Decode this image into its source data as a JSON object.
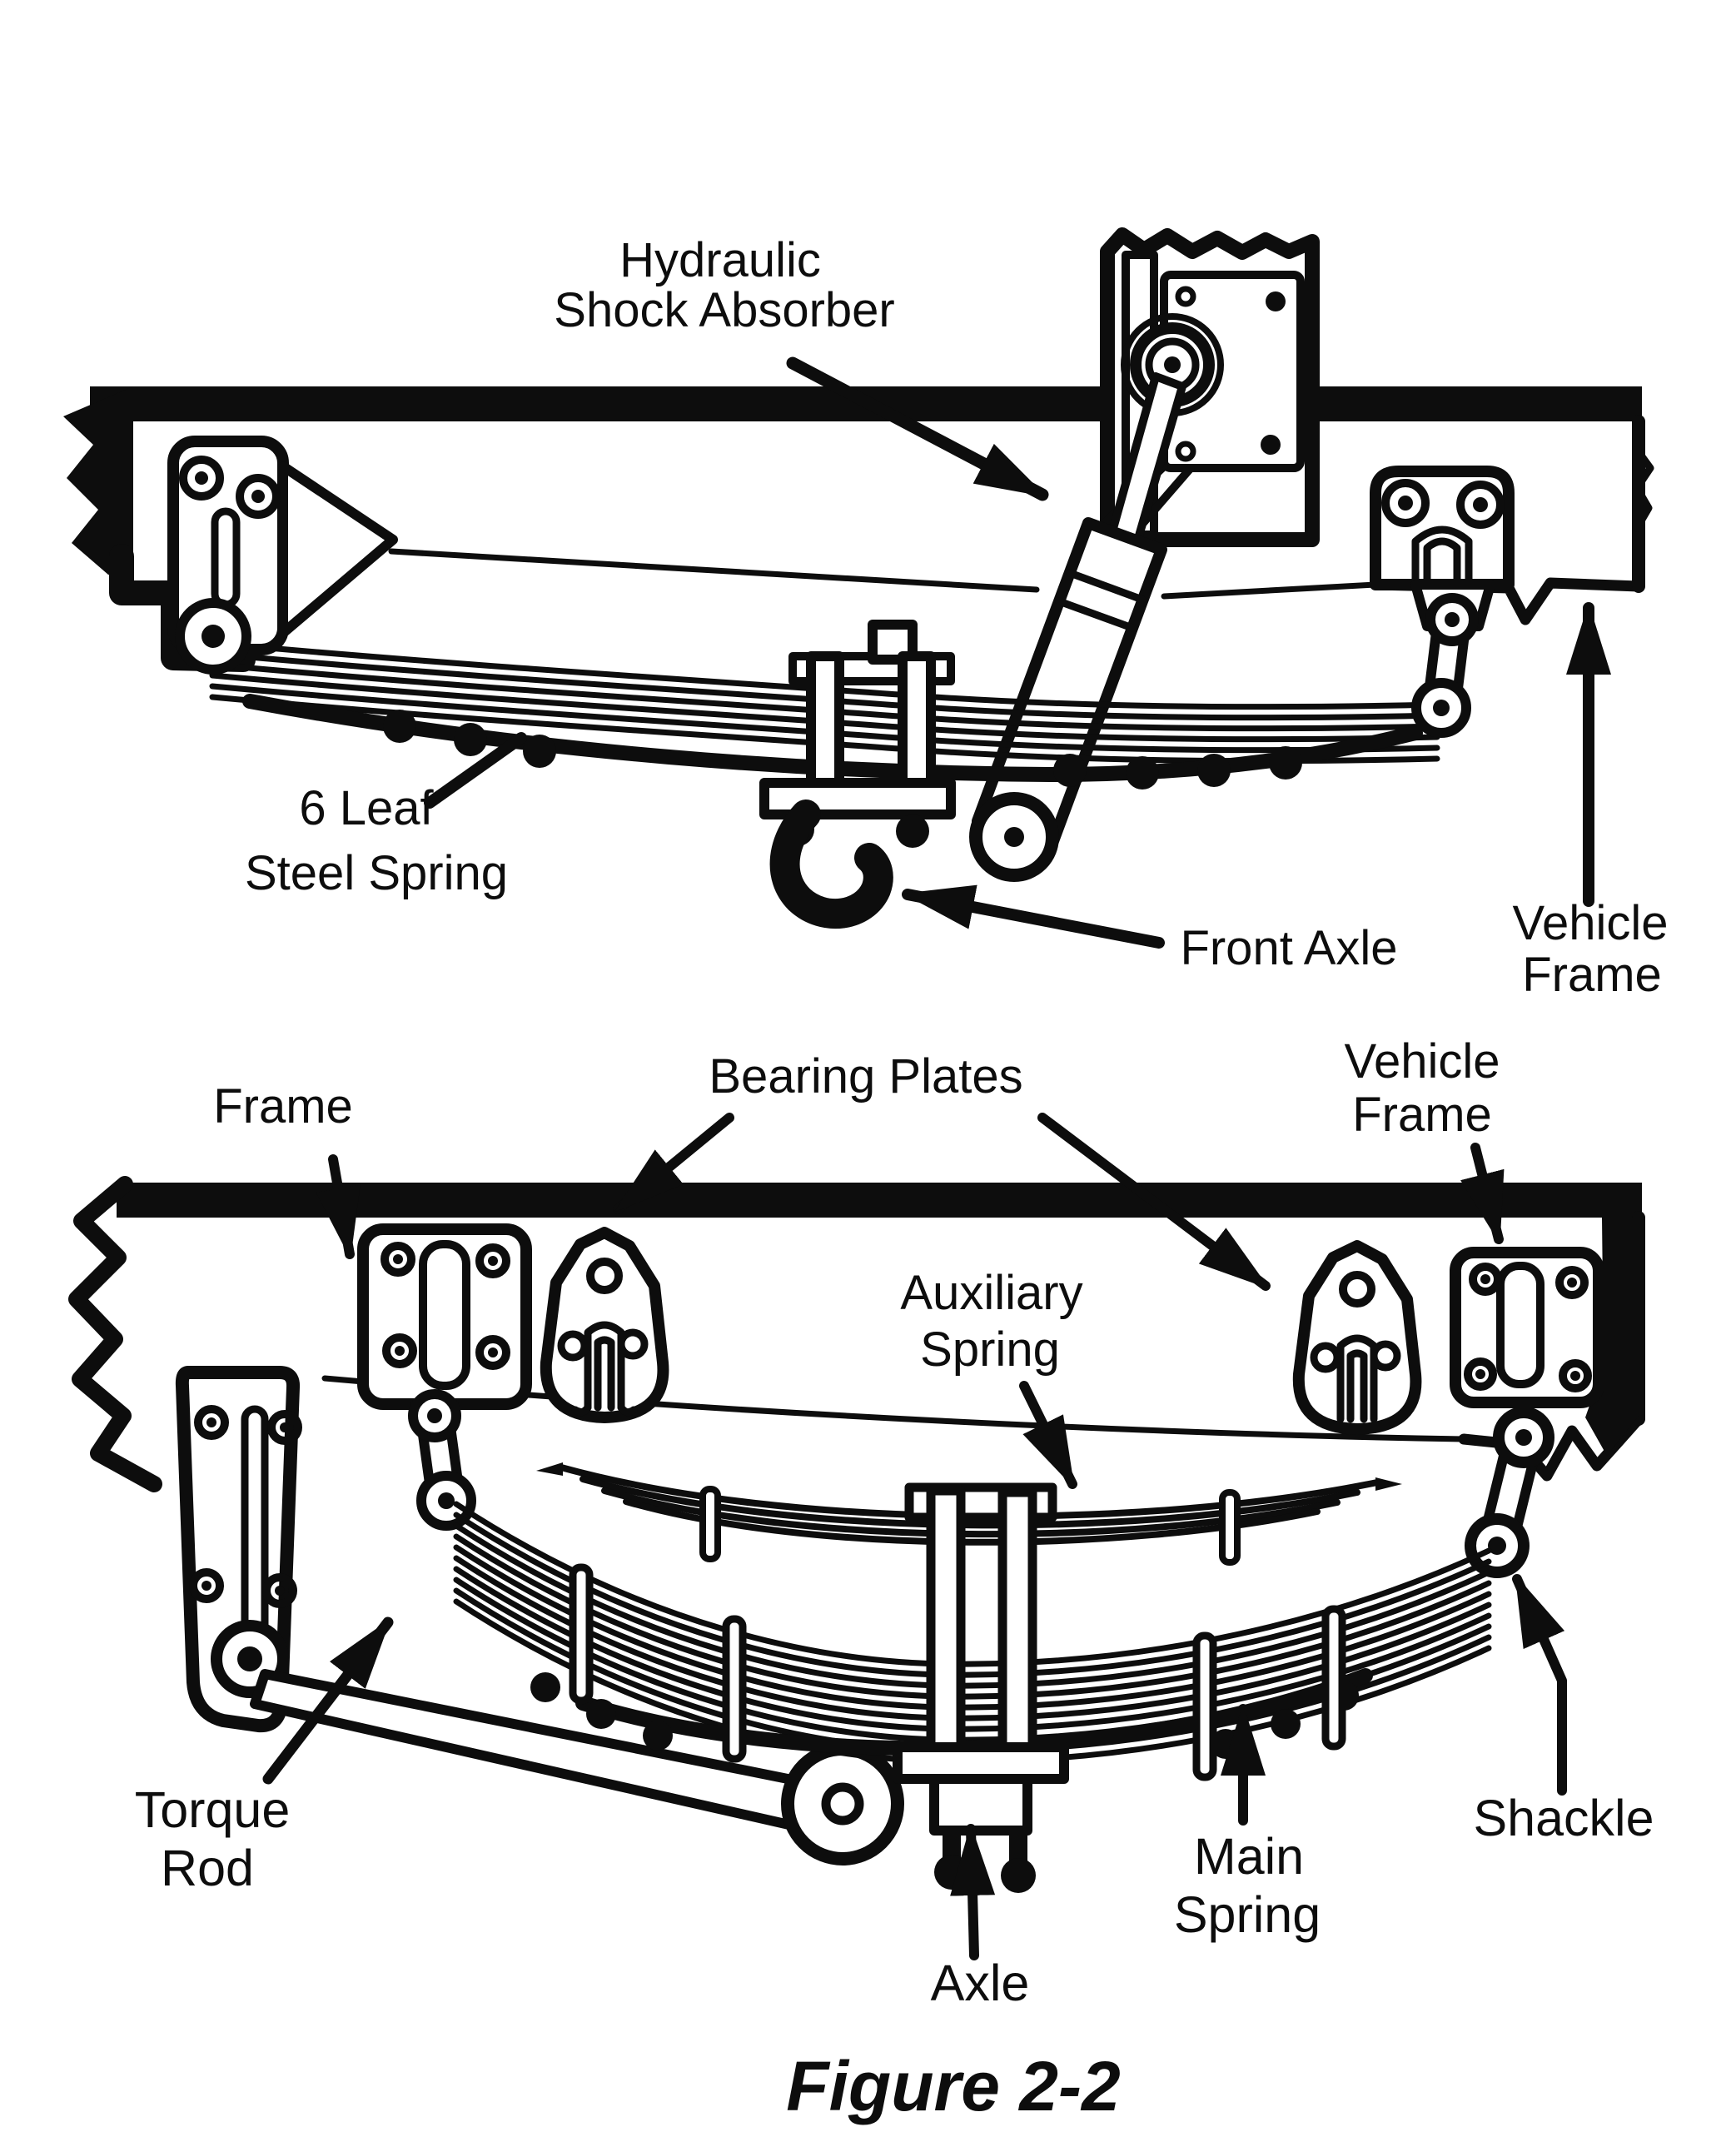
{
  "figure": {
    "caption": "Figure 2-2"
  },
  "colors": {
    "ink": "#0d0d0d",
    "paper": "#ffffff"
  },
  "front_suspension": {
    "labels": {
      "hydraulic_shock_absorber": {
        "line1": "Hydraulic",
        "line2": "Shock Absorber"
      },
      "six_leaf_steel_spring": {
        "line1": "6 Leaf",
        "line2": "Steel Spring"
      },
      "front_axle": "Front Axle",
      "vehicle_frame": {
        "line1": "Vehicle",
        "line2": "Frame"
      }
    }
  },
  "rear_suspension": {
    "labels": {
      "frame": "Frame",
      "bearing_plates": "Bearing Plates",
      "vehicle_frame": {
        "line1": "Vehicle",
        "line2": "Frame"
      },
      "auxiliary_spring": {
        "line1": "Auxiliary",
        "line2": "Spring"
      },
      "torque_rod": {
        "line1": "Torque",
        "line2": "Rod"
      },
      "main_spring": {
        "line1": "Main",
        "line2": "Spring"
      },
      "shackle": "Shackle",
      "axle": "Axle"
    }
  }
}
